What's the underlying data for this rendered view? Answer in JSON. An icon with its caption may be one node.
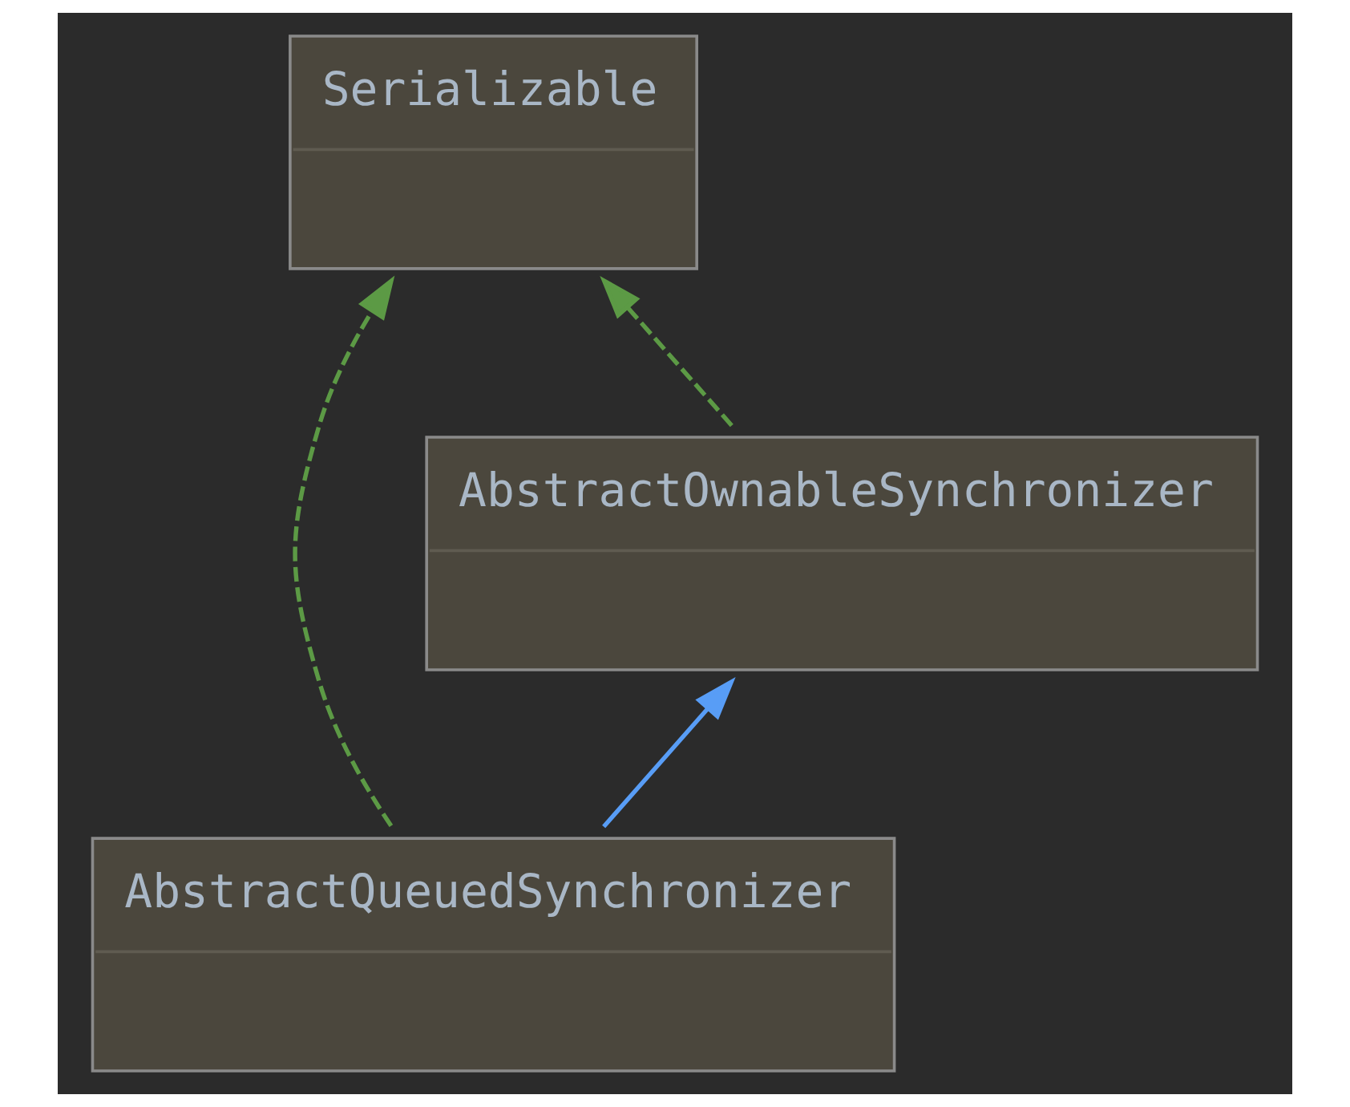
{
  "diagram": {
    "nodes": [
      {
        "text": [
          "Serializable"
        ]
      },
      {
        "text": [
          "AbstractOwnableSynchronizer"
        ]
      },
      {
        "text": [
          "AbstractQueuedSynchronizer"
        ]
      }
    ],
    "edges": [
      {
        "from": 1,
        "to": 0,
        "arrow": "to",
        "style": "dashed"
      },
      {
        "from": 2,
        "to": 0,
        "arrow": "to",
        "style": "dashed"
      },
      {
        "from": 2,
        "to": 1,
        "arrow": "to",
        "color": "#589df6"
      }
    ]
  }
}
